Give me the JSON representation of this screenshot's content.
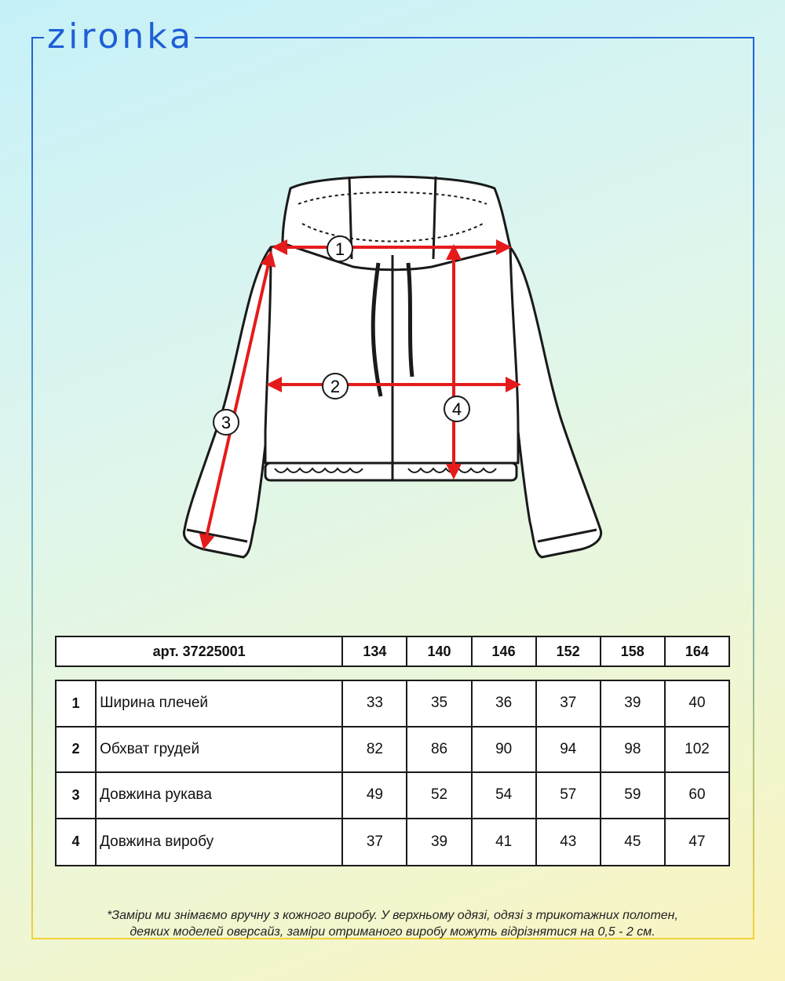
{
  "brand": {
    "logo": "zironka"
  },
  "diagram": {
    "markers": [
      "1",
      "2",
      "3",
      "4"
    ],
    "colors": {
      "arrow": "#e51b1b",
      "outline": "#1a1a1a",
      "frame_blue": "#1f5fd6",
      "frame_yellow": "#f1d23a"
    }
  },
  "table": {
    "article": "арт. 37225001",
    "sizes": [
      "134",
      "140",
      "146",
      "152",
      "158",
      "164"
    ],
    "rows": [
      {
        "num": "1",
        "name": "Ширина плечей",
        "values": [
          "33",
          "35",
          "36",
          "37",
          "39",
          "40"
        ]
      },
      {
        "num": "2",
        "name": "Обхват грудей",
        "values": [
          "82",
          "86",
          "90",
          "94",
          "98",
          "102"
        ]
      },
      {
        "num": "3",
        "name": "Довжина рукава",
        "values": [
          "49",
          "52",
          "54",
          "57",
          "59",
          "60"
        ]
      },
      {
        "num": "4",
        "name": "Довжина виробу",
        "values": [
          "37",
          "39",
          "41",
          "43",
          "45",
          "47"
        ]
      }
    ]
  },
  "footnote": {
    "line1": "*Заміри ми знімаємо вручну з кожного виробу. У верхньому одязі, одязі з трикотажних полотен,",
    "line2": "деяких моделей оверсайз, заміри отриманого виробу можуть відрізнятися на 0,5 - 2 см."
  }
}
